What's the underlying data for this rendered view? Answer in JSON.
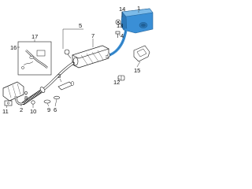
{
  "colors": {
    "line": "#1a1a1a",
    "accent": "#3a8fd6",
    "accent_light": "#7dbbe9",
    "accent_dark": "#1f5f95",
    "background": "#ffffff"
  },
  "callouts": {
    "c1": "1",
    "c2": "2",
    "c3": "3",
    "c4": "4",
    "c5": "5",
    "c6": "6",
    "c7": "7",
    "c8": "8",
    "c9": "9",
    "c10": "10",
    "c11": "11",
    "c12": "12",
    "c13": "13",
    "c14": "14",
    "c15": "15",
    "c16": "16",
    "c17": "17"
  }
}
